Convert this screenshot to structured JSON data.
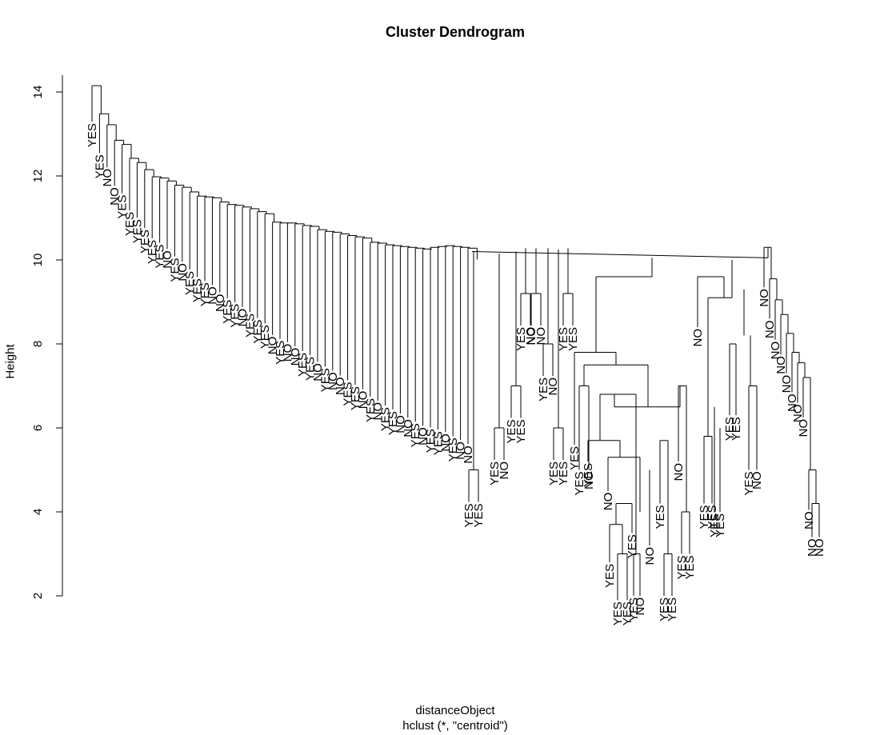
{
  "chart_data": {
    "type": "dendrogram",
    "title": "Cluster Dendrogram",
    "xlabel": "distanceObject",
    "sub": "hclust (*, \"centroid\")",
    "ylabel": "Height",
    "ylim": [
      2,
      14.5
    ],
    "y_ticks": [
      2,
      4,
      6,
      8,
      10,
      12,
      14
    ],
    "chain": {
      "heights": [
        14.15,
        13.48,
        13.22,
        12.85,
        12.75,
        12.42,
        12.32,
        12.15,
        11.98,
        11.95,
        11.88,
        11.78,
        11.73,
        11.62,
        11.52,
        11.5,
        11.48,
        11.38,
        11.32,
        11.3,
        11.26,
        11.22,
        11.15,
        11.1,
        10.9,
        10.88,
        10.88,
        10.86,
        10.82,
        10.8,
        10.72,
        10.68,
        10.66,
        10.62,
        10.58,
        10.55,
        10.52,
        10.42,
        10.4,
        10.36,
        10.34,
        10.32,
        10.3,
        10.28,
        10.26,
        10.3,
        10.32,
        10.34,
        10.32,
        10.3,
        10.28
      ],
      "leaf_labels": [
        "YES",
        "YES",
        "NO",
        "NO",
        "YES",
        "YES",
        "YES",
        "YES",
        "YES",
        "YES",
        "NO",
        "YES",
        "NO",
        "YES",
        "YES",
        "YES",
        "NO",
        "NO",
        "YES",
        "YES",
        "NO",
        "YES",
        "YES",
        "YES",
        "NO",
        "YES",
        "NO",
        "NO",
        "YES",
        "YES",
        "NO",
        "YES",
        "NO",
        "NO",
        "YES",
        "YES",
        "NO",
        "YES",
        "NO",
        "YES",
        "YES",
        "NO",
        "NO",
        "YES",
        "NO",
        "YES",
        "YES",
        "NO",
        "YES",
        "NO",
        "NO",
        "NO"
      ]
    },
    "leaf_labels_right": [
      "YES",
      "YES",
      "YES",
      "NO",
      "YES",
      "YES",
      "YES",
      "NO",
      "NO",
      "NO",
      "YES",
      "NO",
      "YES",
      "YES",
      "YES",
      "YES",
      "YES",
      "YES",
      "NO",
      "YES",
      "NO",
      "YES",
      "YES",
      "YES",
      "YES",
      "YES",
      "NO",
      "NO",
      "YES",
      "YES",
      "YES",
      "NO",
      "YES",
      "YES",
      "YES",
      "YES",
      "YES",
      "YES",
      "YES",
      "YES",
      "YES",
      "NO",
      "YES",
      "NO",
      "YES",
      "NO",
      "YES",
      "YES",
      "YES",
      "YES",
      "NO",
      "YES",
      "NO",
      "NO",
      "NO",
      "NO",
      "NO",
      "NO",
      "NO",
      "NO"
    ]
  }
}
